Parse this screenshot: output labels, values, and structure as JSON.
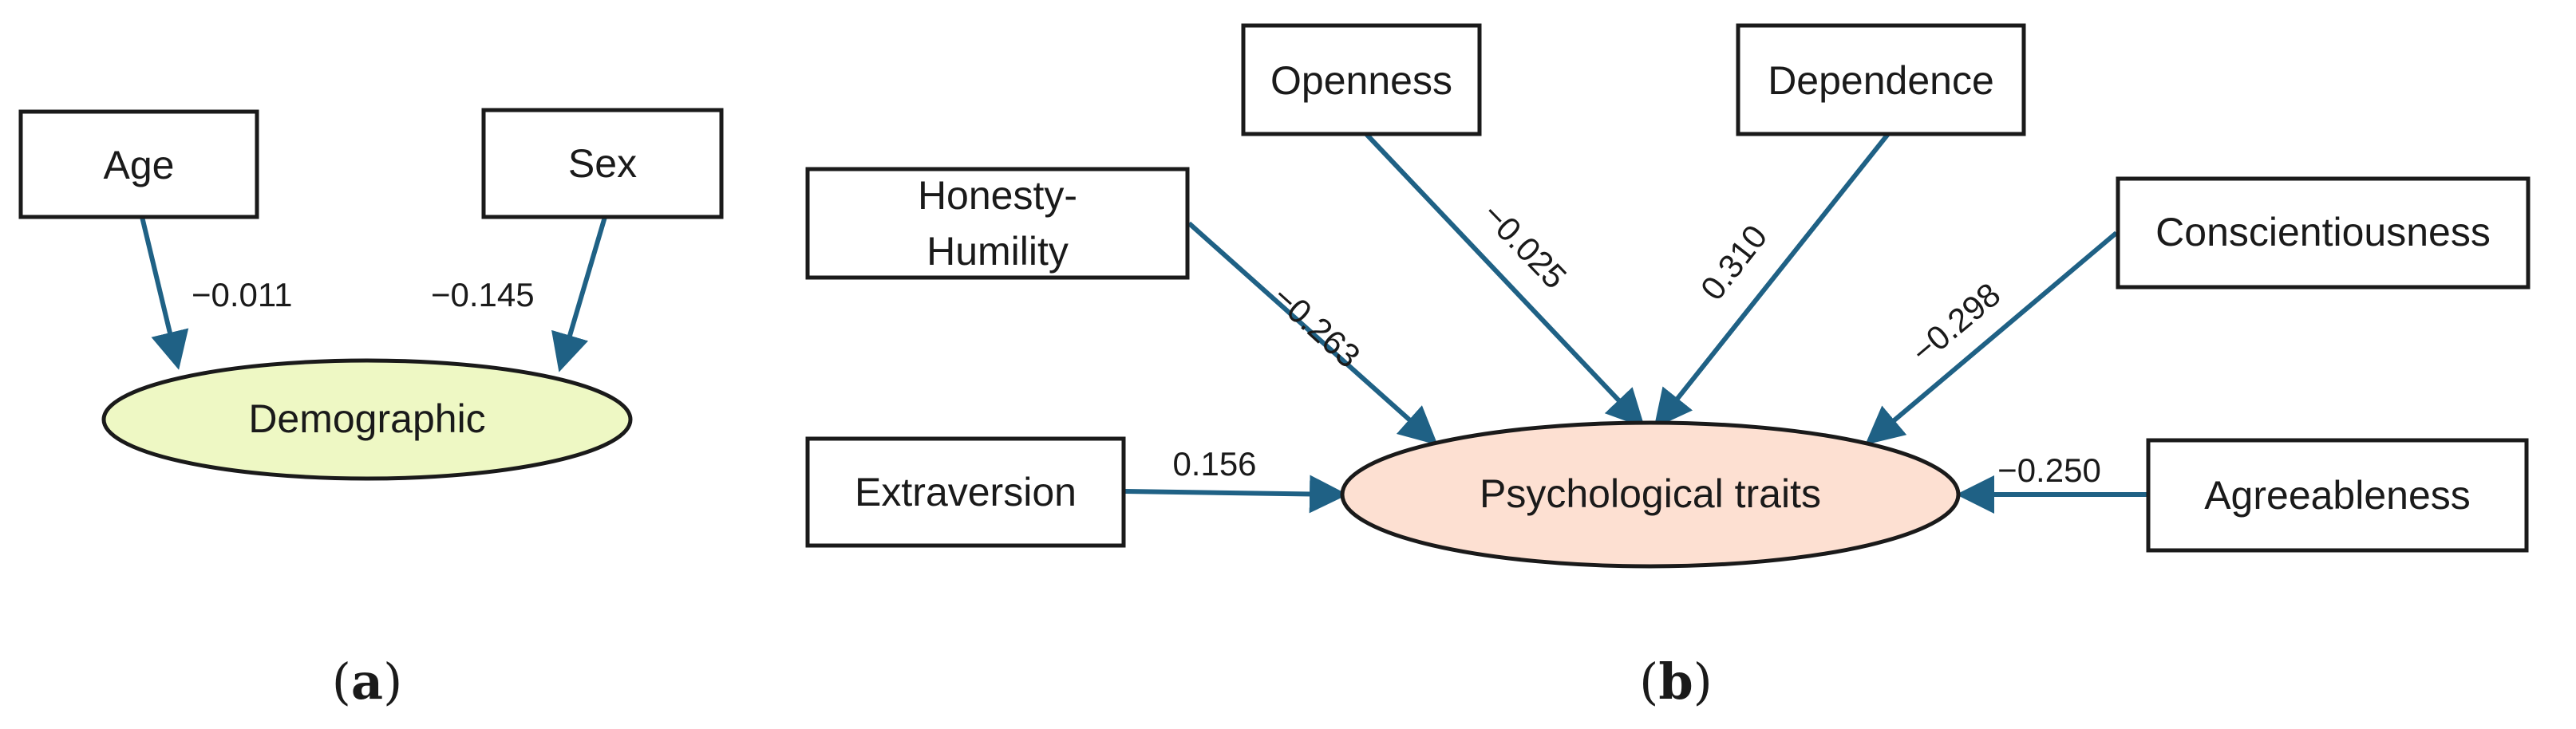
{
  "colors": {
    "arrow": "#1f6185",
    "demographic_fill": "#eef8c4",
    "psychological_fill": "#fde0d2",
    "box_stroke": "#1a1a1a"
  },
  "panel_a": {
    "label_open": "(",
    "label_letter": "a",
    "label_close": ")",
    "latent": "Demographic",
    "nodes": {
      "age": "Age",
      "sex": "Sex"
    },
    "coefficients": {
      "age": "−0.011",
      "sex": "−0.145"
    }
  },
  "panel_b": {
    "label_open": "(",
    "label_letter": "b",
    "label_close": ")",
    "latent": "Psychological traits",
    "nodes": {
      "honesty_line1": "Honesty-",
      "honesty_line2": "Humility",
      "openness": "Openness",
      "dependence": "Dependence",
      "conscientiousness": "Conscientiousness",
      "extraversion": "Extraversion",
      "agreeableness": "Agreeableness"
    },
    "coefficients": {
      "honesty": "−0.263",
      "openness": "−0.025",
      "dependence": "0.310",
      "conscientiousness": "−0.298",
      "extraversion": "0.156",
      "agreeableness": "−0.250"
    }
  }
}
